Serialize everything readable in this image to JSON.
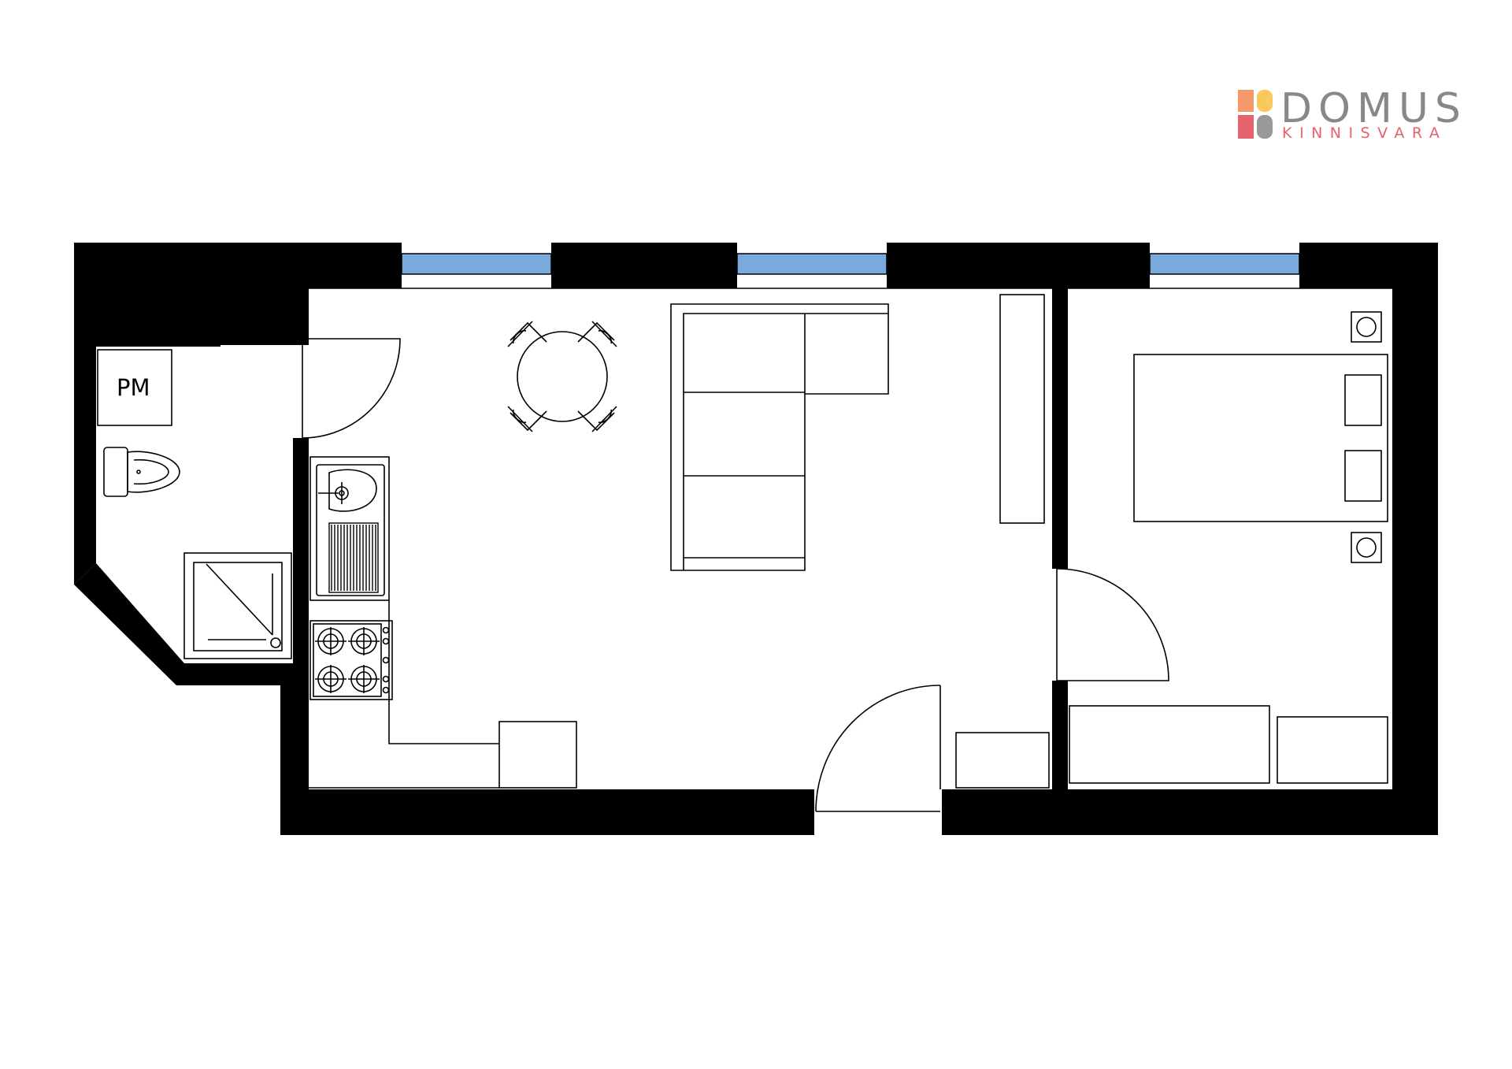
{
  "brand": {
    "name": "DOMUS",
    "tagline": "KINNISVARA",
    "colors": {
      "yellow": "#f9c95c",
      "orange": "#f49a6a",
      "red": "#e5636c",
      "gray": "#999999",
      "tagline": "#e5636c"
    }
  },
  "plan": {
    "wall_color": "#000000",
    "window_color": "#7aa9dd",
    "labels": {
      "technical_room": "PM"
    }
  }
}
